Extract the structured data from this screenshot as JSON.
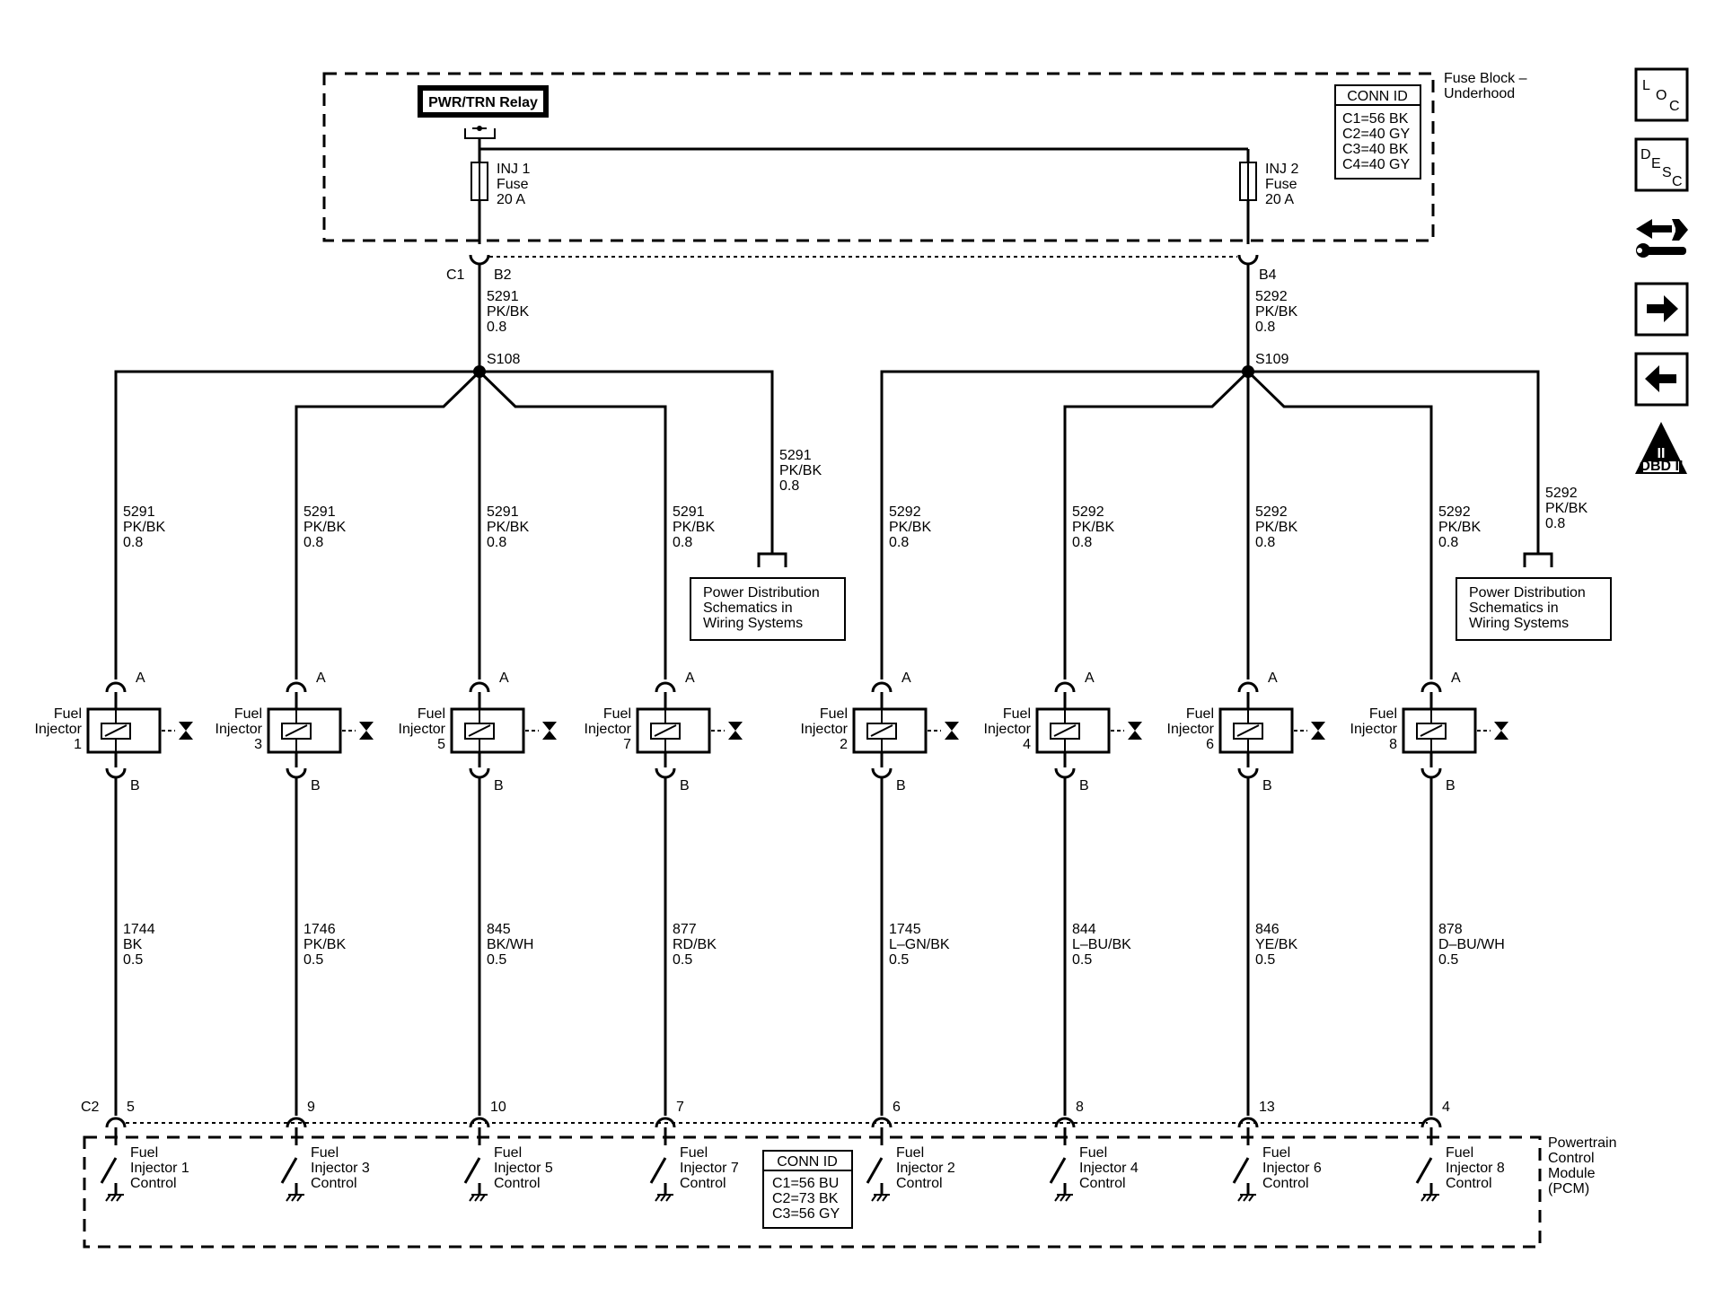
{
  "fuse_block": {
    "name": "Fuse Block –\nUnderhood",
    "relay": "PWR/TRN Relay",
    "conn_id_title": "CONN ID",
    "conn_ids": [
      "C1=56 BK",
      "C2=40 GY",
      "C3=40 BK",
      "C4=40 GY"
    ],
    "fuse1": "INJ 1\nFuse\n20 A",
    "fuse2": "INJ 2\nFuse\n20 A"
  },
  "connectors": {
    "c1": "C1",
    "b2": "B2",
    "b4": "B4",
    "c2": "C2"
  },
  "feeds": {
    "left": "5291\nPK/BK\n0.8",
    "right": "5292\nPK/BK\n0.8"
  },
  "splices": {
    "left": "S108",
    "right": "S109"
  },
  "power_dist": {
    "left_wire": "5291\nPK/BK\n0.8",
    "right_wire": "5292\nPK/BK\n0.8",
    "label": "Power Distribution\nSchematics in\nWiring Systems"
  },
  "pin_a": "A",
  "pin_b": "B",
  "injectors": [
    {
      "name": "Fuel\nInjector\n1",
      "feed": "5291\nPK/BK\n0.8",
      "ctrl": "1744\nBK\n0.5",
      "pcm_pin": "5",
      "pcm_label": "Fuel\nInjector 1\nControl"
    },
    {
      "name": "Fuel\nInjector\n3",
      "feed": "5291\nPK/BK\n0.8",
      "ctrl": "1746\nPK/BK\n0.5",
      "pcm_pin": "9",
      "pcm_label": "Fuel\nInjector 3\nControl"
    },
    {
      "name": "Fuel\nInjector\n5",
      "feed": "5291\nPK/BK\n0.8",
      "ctrl": "845\nBK/WH\n0.5",
      "pcm_pin": "10",
      "pcm_label": "Fuel\nInjector 5\nControl"
    },
    {
      "name": "Fuel\nInjector\n7",
      "feed": "5291\nPK/BK\n0.8",
      "ctrl": "877\nRD/BK\n0.5",
      "pcm_pin": "7",
      "pcm_label": "Fuel\nInjector 7\nControl"
    },
    {
      "name": "Fuel\nInjector\n2",
      "feed": "5292\nPK/BK\n0.8",
      "ctrl": "1745\nL–GN/BK\n0.5",
      "pcm_pin": "6",
      "pcm_label": "Fuel\nInjector 2\nControl"
    },
    {
      "name": "Fuel\nInjector\n4",
      "feed": "5292\nPK/BK\n0.8",
      "ctrl": "844\nL–BU/BK\n0.5",
      "pcm_pin": "8",
      "pcm_label": "Fuel\nInjector 4\nControl"
    },
    {
      "name": "Fuel\nInjector\n6",
      "feed": "5292\nPK/BK\n0.8",
      "ctrl": "846\nYE/BK\n0.5",
      "pcm_pin": "13",
      "pcm_label": "Fuel\nInjector 6\nControl"
    },
    {
      "name": "Fuel\nInjector\n8",
      "feed": "5292\nPK/BK\n0.8",
      "ctrl": "878\nD–BU/WH\n0.5",
      "pcm_pin": "4",
      "pcm_label": "Fuel\nInjector 8\nControl"
    }
  ],
  "pcm": {
    "name": "Powertrain\nControl\nModule\n(PCM)",
    "conn_id_title": "CONN ID",
    "conn_ids": [
      "C1=56 BU",
      "C2=73 BK",
      "C3=56 GY"
    ]
  },
  "side_buttons": [
    {
      "name": "loc-button",
      "icon": "location-icon",
      "text": [
        "L",
        "O",
        "C"
      ]
    },
    {
      "name": "desc-button",
      "icon": "description-icon",
      "text": [
        "D",
        "E",
        "S",
        "C"
      ]
    },
    {
      "name": "service-button",
      "icon": "wrench-arrows-icon"
    },
    {
      "name": "next-button",
      "icon": "arrow-right-icon"
    },
    {
      "name": "previous-button",
      "icon": "arrow-left-icon"
    },
    {
      "name": "obd-button",
      "icon": "obd-ii-icon",
      "text": [
        "II",
        "OBD II"
      ]
    }
  ]
}
